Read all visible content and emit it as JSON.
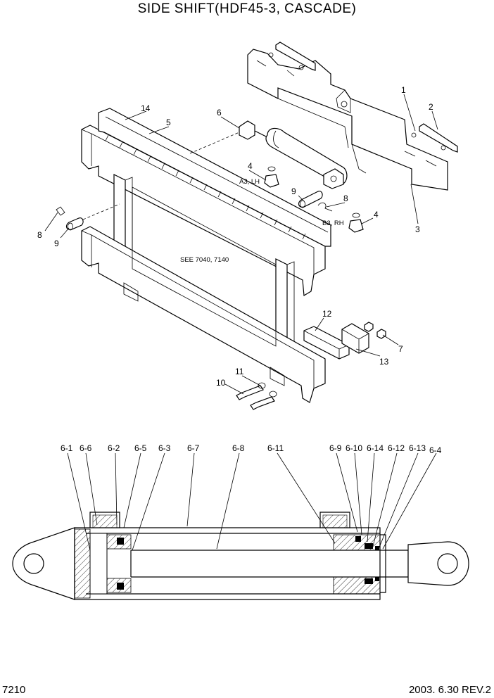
{
  "title": "SIDE SHIFT(HDF45-3, CASCADE)",
  "page_number": "7210",
  "revision": "2003. 6.30 REV.2",
  "exploded_view": {
    "callouts": [
      "1",
      "2",
      "3",
      "4",
      "4",
      "5",
      "6",
      "7",
      "8",
      "8",
      "9",
      "9",
      "10",
      "11",
      "12",
      "13",
      "14"
    ],
    "notes": {
      "a3_lh": "A3, LH",
      "b3_rh": "B3, RH",
      "see_ref": "SEE 7040, 7140"
    }
  },
  "cylinder_section": {
    "callouts": [
      "6-1",
      "6-6",
      "6-2",
      "6-5",
      "6-3",
      "6-7",
      "6-8",
      "6-11",
      "6-9",
      "6-10",
      "6-14",
      "6-12",
      "6-13",
      "6-4"
    ]
  }
}
